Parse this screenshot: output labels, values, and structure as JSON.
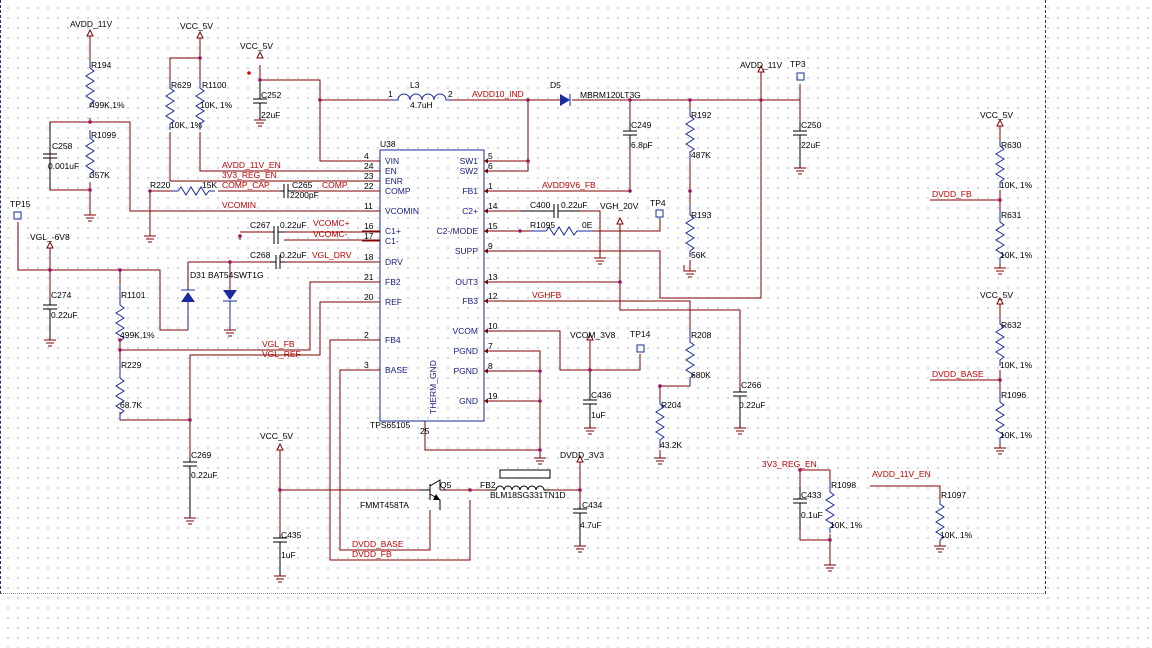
{
  "ic": {
    "ref": "U38",
    "part": "TPS65105",
    "left_pins": [
      {
        "num": "4",
        "name": "VIN"
      },
      {
        "num": "24",
        "name": "EN"
      },
      {
        "num": "23",
        "name": "ENR"
      },
      {
        "num": "22",
        "name": "COMP"
      },
      {
        "num": "11",
        "name": "VCOMIN"
      },
      {
        "num": "16",
        "name": "C1+"
      },
      {
        "num": "17",
        "name": "C1-"
      },
      {
        "num": "18",
        "name": "DRV"
      },
      {
        "num": "21",
        "name": "FB2"
      },
      {
        "num": "20",
        "name": "REF"
      },
      {
        "num": "2",
        "name": "FB4"
      },
      {
        "num": "3",
        "name": "BASE"
      }
    ],
    "right_pins": [
      {
        "num": "5",
        "name": "SW1"
      },
      {
        "num": "6",
        "name": "SW2"
      },
      {
        "num": "1",
        "name": "FB1"
      },
      {
        "num": "14",
        "name": "C2+"
      },
      {
        "num": "15",
        "name": "C2-/MODE"
      },
      {
        "num": "9",
        "name": "SUPP"
      },
      {
        "num": "13",
        "name": "OUT3"
      },
      {
        "num": "12",
        "name": "FB3"
      },
      {
        "num": "10",
        "name": "VCOM"
      },
      {
        "num": "7",
        "name": "PGND"
      },
      {
        "num": "8",
        "name": "PGND"
      },
      {
        "num": "19",
        "name": "GND"
      }
    ],
    "bottom_pin": {
      "num": "25",
      "name": "THERM_GND"
    }
  },
  "power_ports": [
    {
      "id": "avdd11-top",
      "label": "AVDD_11V"
    },
    {
      "id": "vcc5-a",
      "label": "VCC_5V"
    },
    {
      "id": "vcc5-b",
      "label": "VCC_5V"
    },
    {
      "id": "avdd11-right",
      "label": "AVDD_11V"
    },
    {
      "id": "vgh",
      "label": "VGH_20V"
    },
    {
      "id": "vgl",
      "label": "VGL_-6V8"
    },
    {
      "id": "vcom",
      "label": "VCOM_3V8"
    },
    {
      "id": "vcc5-c",
      "label": "VCC_5V"
    },
    {
      "id": "dvdd",
      "label": "DVDD_3V3"
    },
    {
      "id": "vcc5-d",
      "label": "VCC_5V"
    },
    {
      "id": "vcc5-e",
      "label": "VCC_5V"
    }
  ],
  "test_points": [
    "TP15",
    "TP3",
    "TP4",
    "TP14"
  ],
  "net_labels": [
    {
      "id": "avdd10",
      "text": "AVDD10_IND"
    },
    {
      "id": "avdd11en",
      "text": "AVDD_11V_EN"
    },
    {
      "id": "reg3v3en",
      "text": "3V3_REG_EN"
    },
    {
      "id": "compcap",
      "text": "COMP_CAP"
    },
    {
      "id": "comp",
      "text": "COMP"
    },
    {
      "id": "vcomin",
      "text": "VCOMIN"
    },
    {
      "id": "vcomcp",
      "text": "VCOMC+"
    },
    {
      "id": "vcomcm",
      "text": "VCOMC-"
    },
    {
      "id": "vgldrv",
      "text": "VGL_DRV"
    },
    {
      "id": "avdd9v6",
      "text": "AVDD9V6_FB"
    },
    {
      "id": "vghfb",
      "text": "VGHFB"
    },
    {
      "id": "vglfb",
      "text": "VGL_FB"
    },
    {
      "id": "vglref",
      "text": "VGL_REF"
    },
    {
      "id": "dvddbase",
      "text": "DVDD_BASE"
    },
    {
      "id": "dvddfb",
      "text": "DVDD_FB"
    },
    {
      "id": "dvddfb2",
      "text": "DVDD_FB"
    },
    {
      "id": "dvddbase2",
      "text": "DVDD_BASE"
    },
    {
      "id": "reg3v3en2",
      "text": "3V3_REG_EN"
    },
    {
      "id": "avdd11en2",
      "text": "AVDD_11V_EN"
    }
  ],
  "components": [
    {
      "id": "R194",
      "ref": "R194",
      "value": "499K,1%"
    },
    {
      "id": "R1099",
      "ref": "R1099",
      "value": "357K"
    },
    {
      "id": "C258",
      "ref": "C258",
      "value": "0.001uF"
    },
    {
      "id": "R629",
      "ref": "R629",
      "value": "10K, 1%"
    },
    {
      "id": "R1100",
      "ref": "R1100",
      "value": "10K, 1%"
    },
    {
      "id": "C252",
      "ref": "C252",
      "value": "22uF"
    },
    {
      "id": "L3",
      "ref": "L3",
      "value": "4.7uH",
      "pin1": "1",
      "pin2": "2"
    },
    {
      "id": "D5",
      "ref": "D5",
      "value": "MBRM120LT3G"
    },
    {
      "id": "C249",
      "ref": "C249",
      "value": "6.8pF"
    },
    {
      "id": "R192",
      "ref": "R192",
      "value": "487K"
    },
    {
      "id": "R193",
      "ref": "R193",
      "value": "56K"
    },
    {
      "id": "C250",
      "ref": "C250",
      "value": "22uF"
    },
    {
      "id": "R220",
      "ref": "R220",
      "value": "15K"
    },
    {
      "id": "C265",
      "ref": "C265",
      "value": "2200pF"
    },
    {
      "id": "C267",
      "ref": "C267",
      "value": "0.22uF"
    },
    {
      "id": "C268",
      "ref": "C268",
      "value": "0.22uF"
    },
    {
      "id": "C400",
      "ref": "C400",
      "value": "0.22uF"
    },
    {
      "id": "R1095",
      "ref": "R1095",
      "value": "0E"
    },
    {
      "id": "D31",
      "ref": "D31",
      "value": "BAT54SWT1G"
    },
    {
      "id": "C274",
      "ref": "C274",
      "value": "0.22uF"
    },
    {
      "id": "R1101",
      "ref": "R1101",
      "value": "499K,1%"
    },
    {
      "id": "R229",
      "ref": "R229",
      "value": "68.7K"
    },
    {
      "id": "C269",
      "ref": "C269",
      "value": "0.22uF"
    },
    {
      "id": "R208",
      "ref": "R208",
      "value": "680K"
    },
    {
      "id": "R204",
      "ref": "R204",
      "value": "43.2K"
    },
    {
      "id": "C266",
      "ref": "C266",
      "value": "0.22uF"
    },
    {
      "id": "C436",
      "ref": "C436",
      "value": "1uF"
    },
    {
      "id": "Q5",
      "ref": "Q5",
      "value": "FMMT458TA"
    },
    {
      "id": "FB2",
      "ref": "FB2",
      "value": "BLM18SG331TN1D"
    },
    {
      "id": "C434",
      "ref": "C434",
      "value": "4.7uF"
    },
    {
      "id": "C435",
      "ref": "C435",
      "value": "1uF"
    },
    {
      "id": "C433",
      "ref": "C433",
      "value": "0.1uF"
    },
    {
      "id": "R1098",
      "ref": "R1098",
      "value": "10K, 1%"
    },
    {
      "id": "R1097",
      "ref": "R1097",
      "value": "10K, 1%"
    },
    {
      "id": "R630",
      "ref": "R630",
      "value": "10K, 1%"
    },
    {
      "id": "R631",
      "ref": "R631",
      "value": "10K, 1%"
    },
    {
      "id": "R632",
      "ref": "R632",
      "value": "10K, 1%"
    },
    {
      "id": "R1096",
      "ref": "R1096",
      "value": "10K, 1%"
    }
  ]
}
